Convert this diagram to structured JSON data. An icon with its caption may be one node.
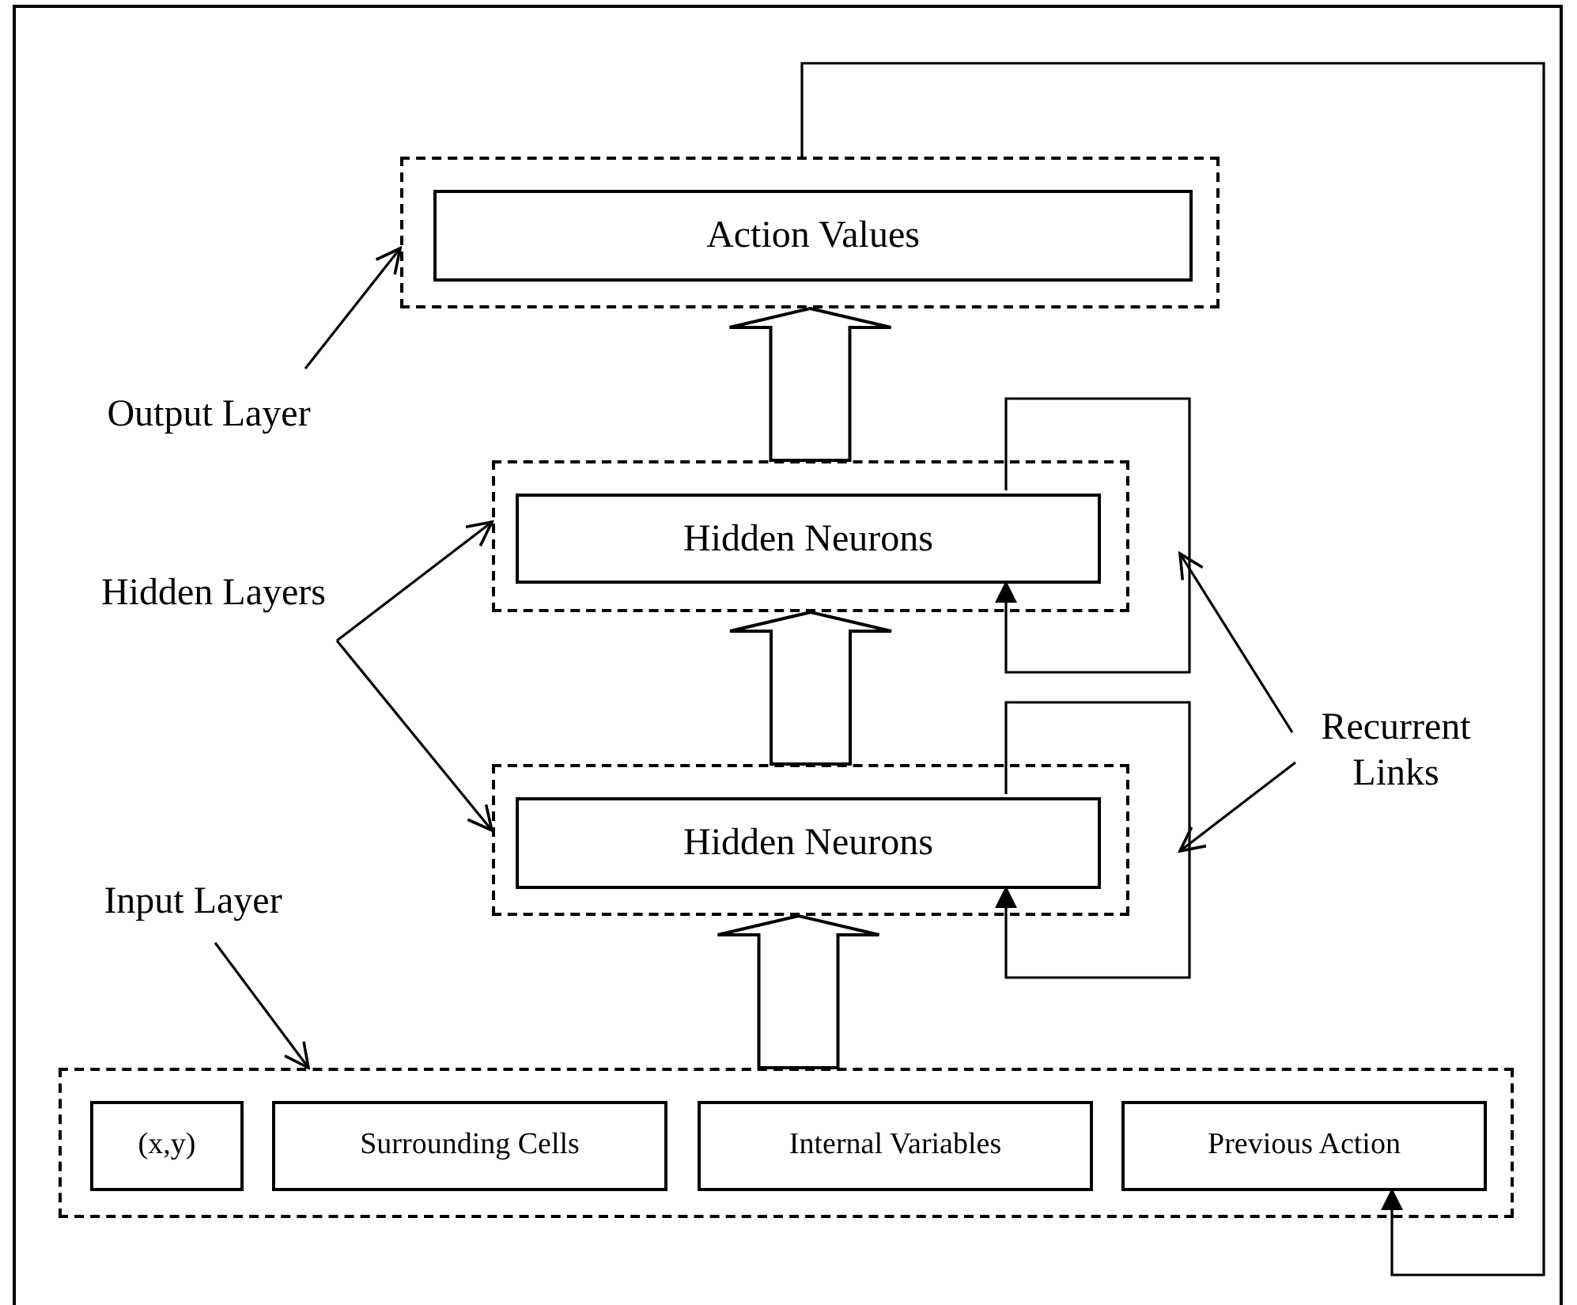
{
  "diagram": {
    "nodes": [
      {
        "text": [],
        "shape": "box"
      },
      {
        "text": [
          "Action Values"
        ],
        "in": 0
      },
      {
        "text": [],
        "shape": "box"
      },
      {
        "text": [
          "Hidden Neurons"
        ],
        "in": 2
      },
      {
        "text": [],
        "shape": "box"
      },
      {
        "text": [
          "Hidden Neurons"
        ],
        "in": 4
      },
      {
        "text": [],
        "shape": "box"
      },
      {
        "text": [
          "(x,y)"
        ],
        "in": 6
      },
      {
        "text": [
          "Surrounding Cells"
        ],
        "in": 6
      },
      {
        "text": [
          "Internal Variables"
        ],
        "in": 6
      },
      {
        "text": [
          "Previous Action"
        ],
        "in": 6
      },
      {
        "text": [
          "Output Layer"
        ]
      },
      {
        "text": [
          "Hidden Layers"
        ]
      },
      {
        "text": [
          "Recurrent Links"
        ]
      },
      {
        "text": [
          "Input Layer"
        ]
      }
    ],
    "edges": [
      {
        "from": 2,
        "to": 0,
        "arrow": "to",
        "style": "thick"
      },
      {
        "from": 4,
        "to": 2,
        "arrow": "to",
        "style": "thick"
      },
      {
        "from": 6,
        "to": 4,
        "arrow": "to",
        "style": "thick"
      },
      {
        "from": 3,
        "to": 3,
        "arrow": "to"
      },
      {
        "from": 5,
        "to": 5,
        "arrow": "to"
      },
      {
        "from": 0,
        "to": 10,
        "arrow": "to"
      },
      {
        "from": 11,
        "to": 0,
        "arrow": "to"
      },
      {
        "from": 12,
        "to": 2,
        "arrow": "to"
      },
      {
        "from": 12,
        "to": 4,
        "arrow": "to"
      },
      {
        "from": 13,
        "to": null,
        "arrow": "to"
      },
      {
        "from": 13,
        "to": null,
        "arrow": "to"
      },
      {
        "from": 14,
        "to": 6,
        "arrow": "to"
      }
    ]
  }
}
